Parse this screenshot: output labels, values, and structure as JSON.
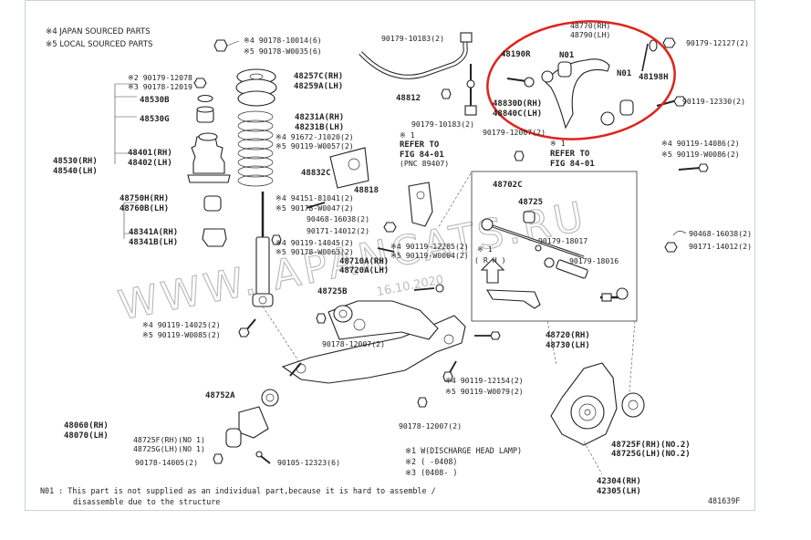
{
  "legend_top": {
    "line1": "※4 JAPAN SOURCED PARTS",
    "line2": "※5 LOCAL SOURCED PARTS"
  },
  "labels": {
    "l48190r": "48190R",
    "l48770": "48770(RH)",
    "l48790": "48790(LH)",
    "l90179_12127": "90179-12127(2)",
    "lN01a": "N01",
    "lN01b": "N01",
    "l48198h": "48198H",
    "l90119_12330": "90119-12330(2)",
    "l90178_10014": "※4 90178-10014(6)",
    "l90178_w0035": "※5 90178-W0035(6)",
    "l90179_10183a": "90179-10183(2)",
    "l90179_12078": "※2  90179-12078",
    "l90178_12019": "※3  90178-12019",
    "l48530b": "48530B",
    "l48530g": "48530G",
    "l48257c": "48257C(RH)",
    "l48259a": "48259A(LH)",
    "l48812": "48812",
    "l48830d": "48830D(RH)",
    "l48840": "48840C(LH)",
    "l90179_10183b": "90179-10183(2)",
    "l90179_12007": "90179-12007(2)",
    "l48530": "48530(RH)",
    "l48540": "48540(LH)",
    "l48401": "48401(RH)",
    "l48402": "48402(LH)",
    "l48231a": "48231A(RH)",
    "l48231b": "48231B(LH)",
    "l91672": "※4 91672-J1020(2)",
    "l90119_w0057": "※5 90119-W0057(2)",
    "lrefer1_a": "※ 1",
    "lrefer1_b": "REFER TO",
    "lrefer1_c": "FIG 84-01",
    "lrefer1_d": "(PNC 89407)",
    "lrefer2_a": "※ 1",
    "lrefer2_b": "REFER TO",
    "lrefer2_c": "FIG  84-01",
    "l90119_14086": "※4 90119-14086(2)",
    "l90119_w0086": "※5 90119-W0086(2)",
    "l48832c": "48832C",
    "l48818": "48818",
    "l48750h": "48750H(RH)",
    "l48760b": "48760B(LH)",
    "l94151": "※4 94151-81041(2)",
    "l90178_w0047": "※5 90178-W0047(2)",
    "l48702c": "48702C",
    "l48725": "48725",
    "l90468_16038a": "90468-16038(2)",
    "l90171_14012a": "90171-14012(2)",
    "l90468_16038b": "90468-16038(2)",
    "l90171_14012b": "90171-14012(2)",
    "l48341a": "48341A(RH)",
    "l48341b": "48341B(LH)",
    "l90119_14045": "※4 90119-14045(2)",
    "l90178_w0063": "※5 90178-W0063(2)",
    "l90119_12285": "※4 90119-12285(2)",
    "l90119_w0004": "※5 90119-W0004(2)",
    "l90179_18017": "90179-18017",
    "l90179_18016": "90179-18016",
    "l48710a": "48710A(RH)",
    "l48720a": "48720A(LH)",
    "lrh_arrow_a": "※ 1",
    "lrh_arrow_b": "( R H )",
    "l48725b": "48725B",
    "l90119_14025": "※4 90119-14025(2)",
    "l90119_w0085": "※5 90119-W0085(2)",
    "l90178_12007a": "90178-12007(2)",
    "l48720": "48720(RH)",
    "l48730": "48730(LH)",
    "l90119_12154": "※4 90119-12154(2)",
    "l90119_w0079": "※5 90119-W0079(2)",
    "l48752a": "48752A",
    "l90178_12007b": "90178-12007(2)",
    "l48060": "48060(RH)",
    "l48070": "48070(LH)",
    "l48725f": "48725F(RH)(NO 1)",
    "l48725g": "48725G(LH)(NO 1)",
    "l90178_14005": "90178-14005(2)",
    "l90105_12323": "90105-12323(6)",
    "l48725f2": "48725F(RH)(NO.2)",
    "l48725g2": "48725G(LH)(NO.2)",
    "l42304": "42304(RH)",
    "l42305": "42305(LH)"
  },
  "legend_bottom": {
    "line1": "※1  W(DISCHARGE HEAD LAMP)",
    "line2": "※2  (     -0408)",
    "line3": "※3  (0408-     )"
  },
  "footnote": {
    "line1": "N01 : This part is not supplied as an individual part,because it is hard to assemble /",
    "line2": "disassemble due to the structure"
  },
  "diagram_id": "481639F",
  "watermark": {
    "text": "WWW.JAPANCATS.RU",
    "date": "16.10.2020"
  },
  "colors": {
    "highlight_circle": "#e0221b",
    "frame_border": "#c7d3de",
    "ink": "#222222"
  }
}
